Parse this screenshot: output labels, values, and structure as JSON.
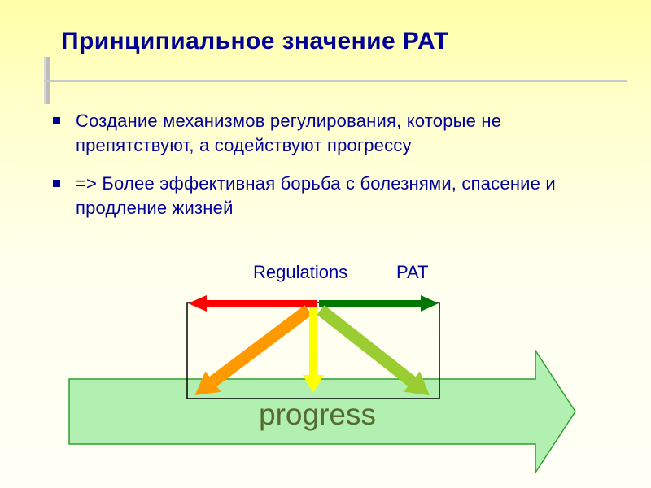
{
  "slide": {
    "title": "Принципиальное значение PAT",
    "bullets": [
      "Создание механизмов регулирования, которые не препятствуют, а содействуют прогрессу",
      "=> Более эффективная борьба с болезнями, спасение и продление жизней"
    ],
    "diagram": {
      "regulations_label": "Regulations",
      "pat_label": "PAT",
      "progress_label": "progress",
      "colors": {
        "text": "#000099",
        "red_arrow": "#FF0000",
        "green_arrow": "#007700",
        "orange_arrow": "#FF9900",
        "yellow_arrow": "#FFFF00",
        "olive_arrow": "#9ACD32",
        "big_arrow_fill": "#B2F0B2",
        "big_arrow_stroke": "#2DA12D",
        "box_stroke": "#000000",
        "progress_text": "#556B2F"
      }
    }
  }
}
